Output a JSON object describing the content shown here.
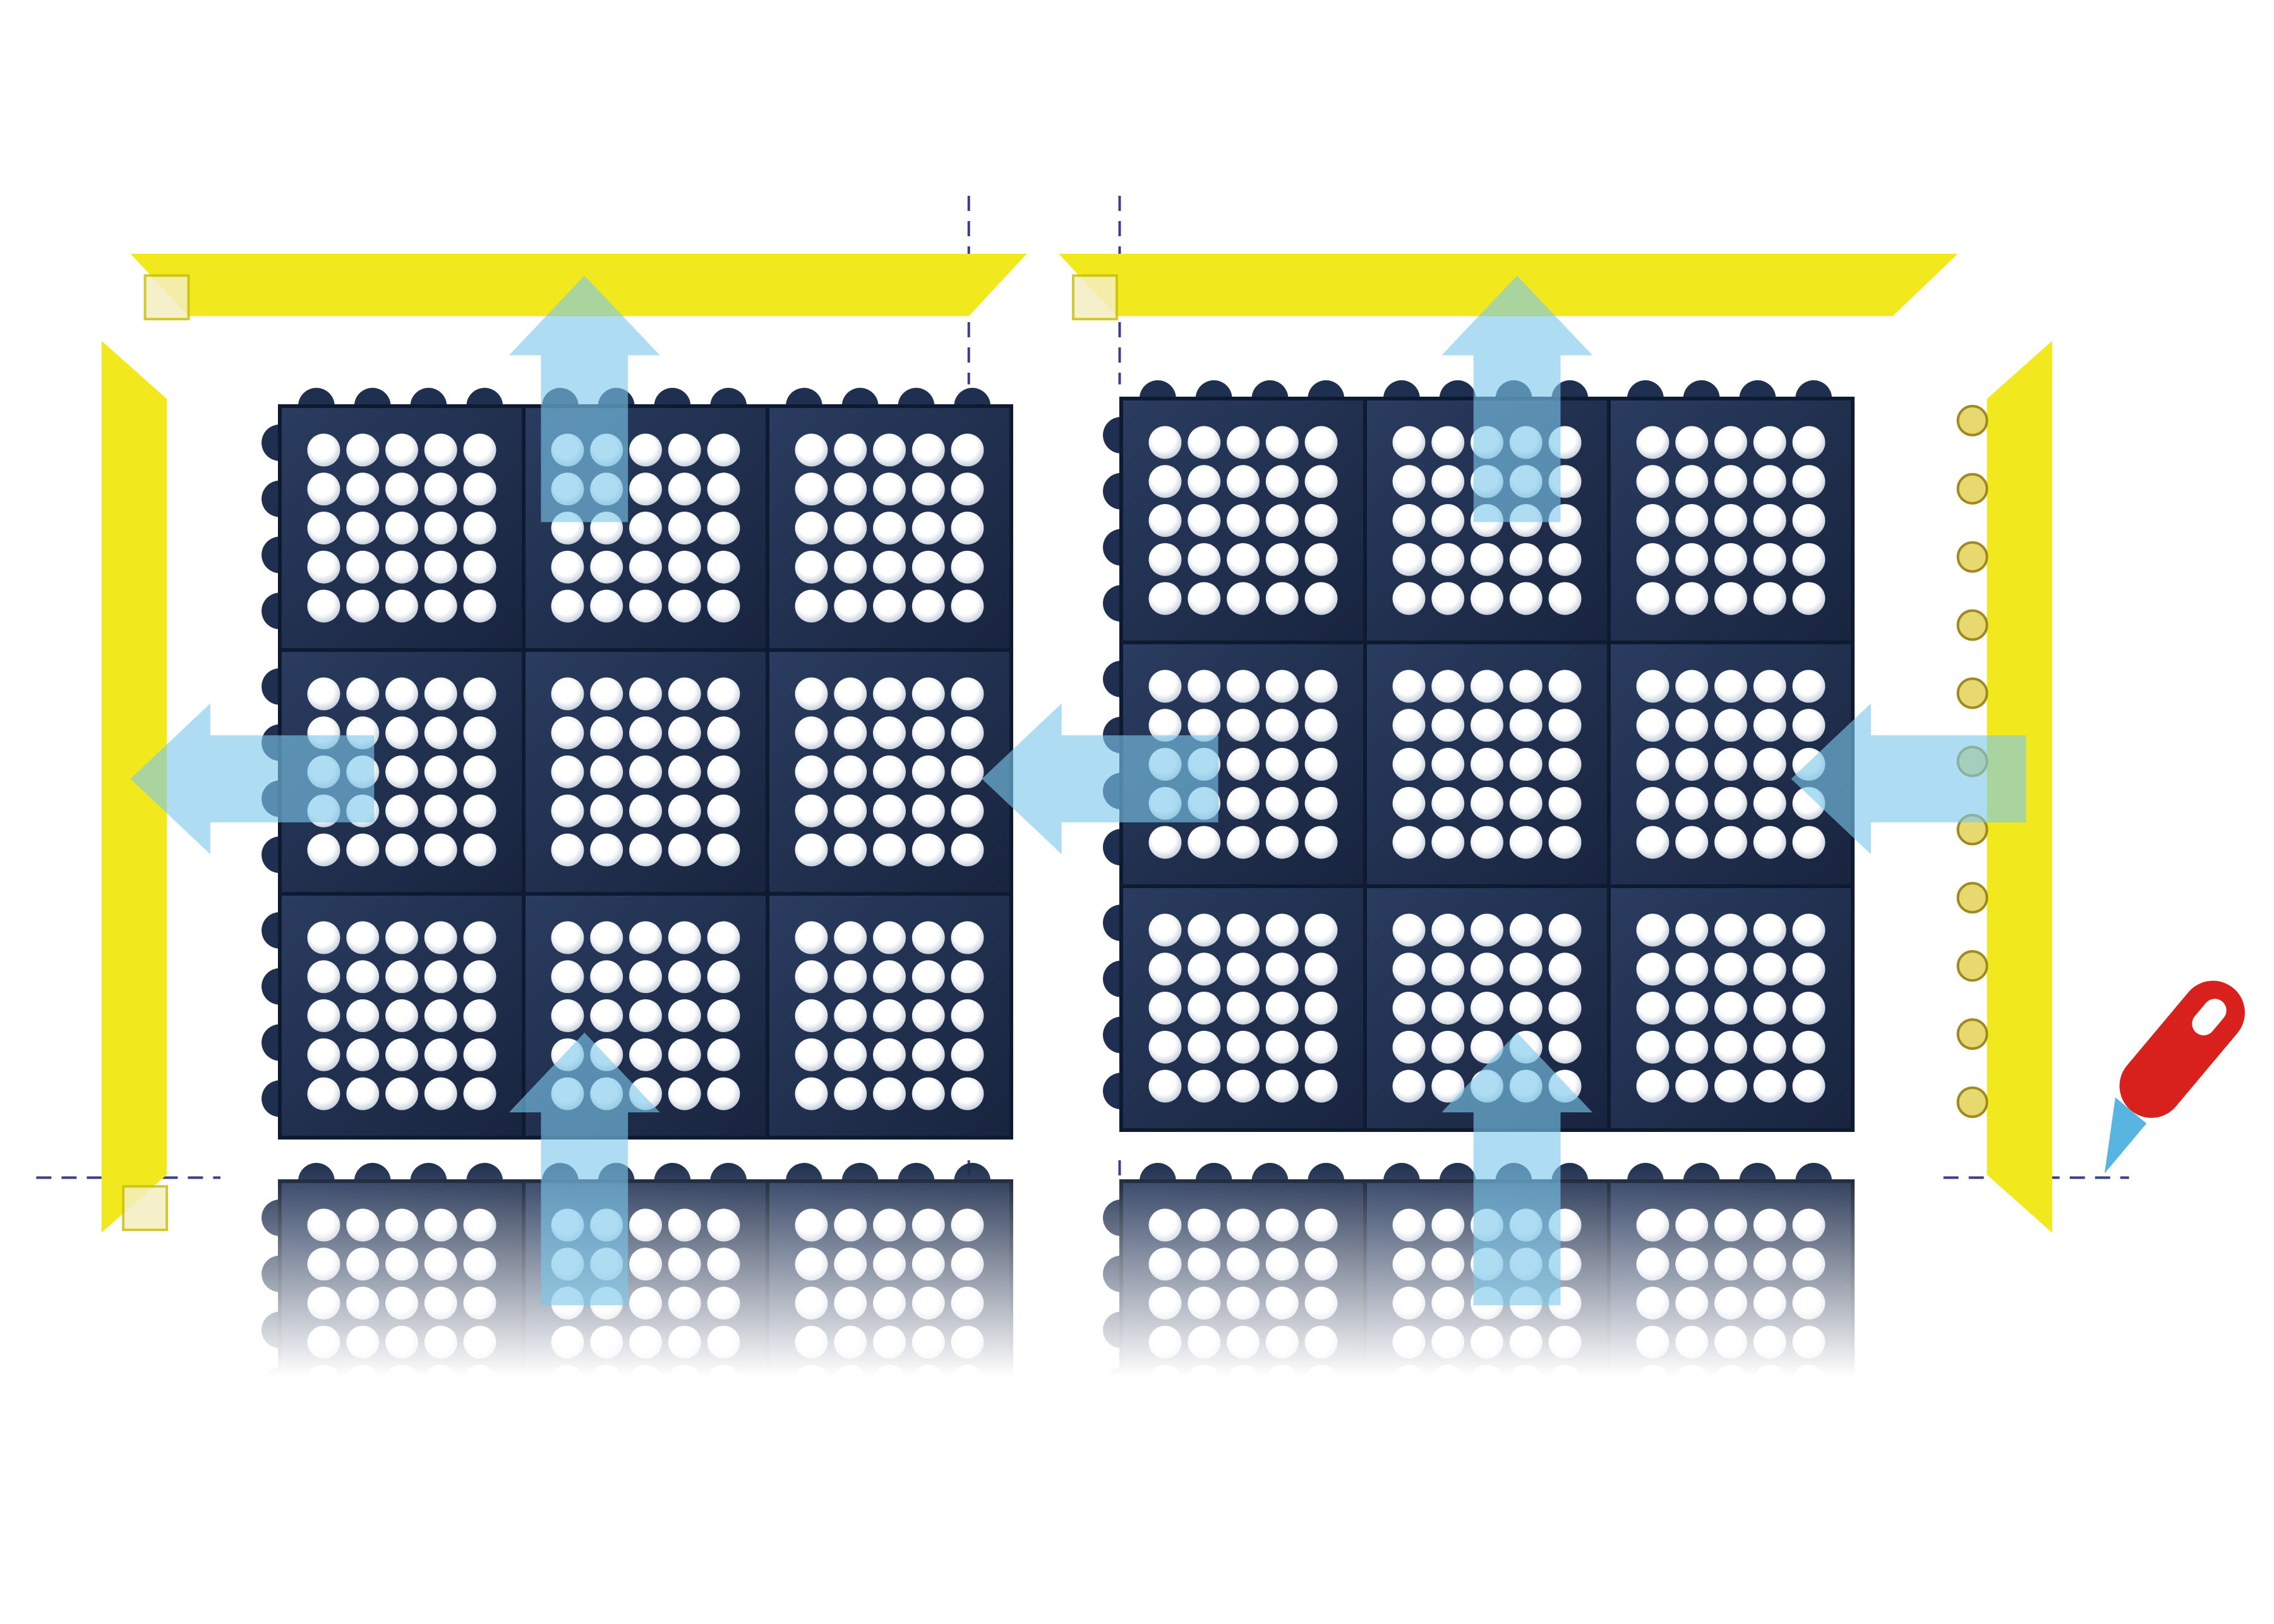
{
  "illustration": {
    "subject": "modular-mat-assembly",
    "mat_grids": [
      {
        "id": "left",
        "rows": 3,
        "cols": 3,
        "holes_per_side": 5
      },
      {
        "id": "right",
        "rows": 3,
        "cols": 3,
        "holes_per_side": 5
      }
    ],
    "colors": {
      "mat": "#1f2f4f",
      "mat_edge": "#0e1a30",
      "hole": "#ffffff",
      "ramp": "#f2e81e",
      "ramp_shadow": "#c9c010",
      "arrow": "#7cc8ec",
      "dash": "#3a3f8a",
      "knife_handle": "#d8201c",
      "knife_blade": "#58b4e0"
    },
    "icons": [
      "arrow-up-icon",
      "arrow-left-icon",
      "utility-knife-icon"
    ]
  }
}
